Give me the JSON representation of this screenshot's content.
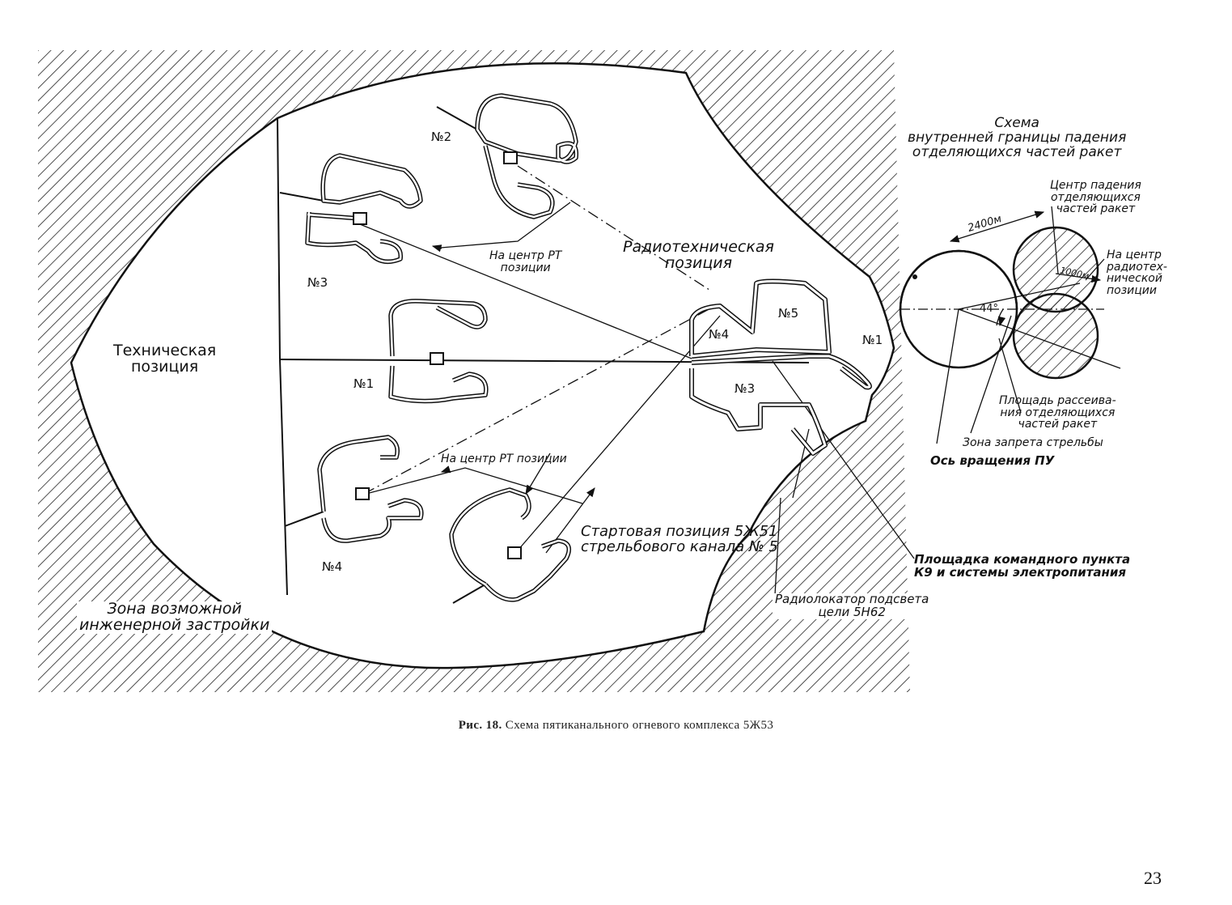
{
  "labels": {
    "tech_position": "Техническая\nпозиция",
    "zone_building": "Зона возможной\nинженерной застройки",
    "radio_position": "Радиотехническая\nпозиция",
    "to_rt_center_top": "На центр РТ\nпозиции",
    "to_rt_center_bottom": "На центр РТ позиции",
    "launch_position": "Стартовая позиция 5Ж51\nстрельбового канала № 5",
    "radar": "Радиолокатор подсвета\nцели 5Н62",
    "command_post": "Площадка командного пункта\nК9 и системы электропитания",
    "site_n1": "№1",
    "site_n2": "№2",
    "site_n3": "№3",
    "site_n4": "№4",
    "rt_n1": "№1",
    "rt_n3": "№3",
    "rt_n4": "№4",
    "rt_n5": "№5"
  },
  "scheme": {
    "title": "Схема\nвнутренней границы падения\nотделяющихся частей ракет",
    "center_fall": "Центр падения\nотделяющихся\nчастей ракет",
    "to_rt_center": "На центр\nрадиотех-\nнической\nпозиции",
    "dist_2400": "2400м",
    "dist_1000": "1000м",
    "angle": "44°",
    "scatter_area": "Площадь рассеива-\nния отделяющихся\nчастей ракет",
    "fire_ban": "Зона запрета стрельбы",
    "rotation_axis": "Ось вращения ПУ"
  },
  "caption": {
    "prefix": "Рис. 18.",
    "text": "Схема пятиканального огневого комплекса 5Ж53"
  },
  "page_number": "23"
}
